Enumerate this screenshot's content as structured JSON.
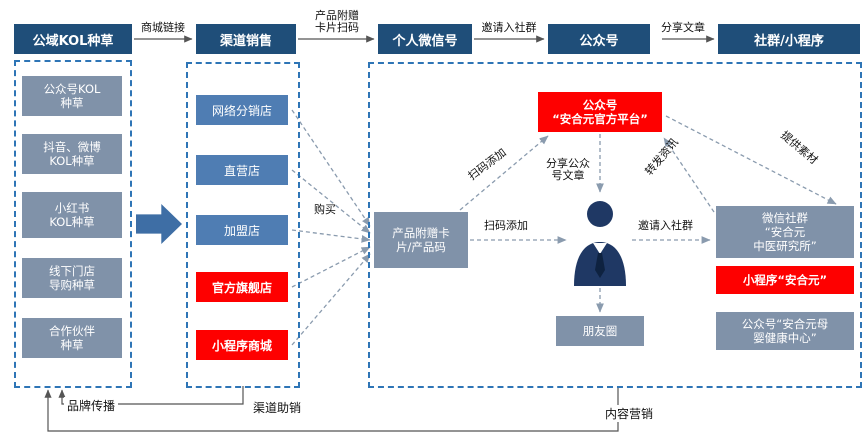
{
  "colors": {
    "navy": "#1F4E79",
    "gray_blue": "#8092A9",
    "mid_blue": "#4F7DB3",
    "red": "#FE0000",
    "arrow_blue": "#3E6EA5",
    "dash_border": "#2E75B6",
    "connector": "#8A9BAE",
    "line": "#555555",
    "person": "#1F3864"
  },
  "header": {
    "stages": [
      "公域KOL种草",
      "渠道销售",
      "个人微信号",
      "公众号",
      "社群/小程序"
    ],
    "arrow_labels": [
      "商城链接",
      "产品附赠\n卡片扫码",
      "邀请入社群",
      "分享文章"
    ]
  },
  "seeding_panel": {
    "items": [
      "公众号KOL\n种草",
      "抖音、微博\nKOL种草",
      "小红书\nKOL种草",
      "线下门店\n导购种草",
      "合作伙伴\n种草"
    ]
  },
  "channel_panel": {
    "items": [
      "网络分销店",
      "直营店",
      "加盟店",
      "官方旗舰店",
      "小程序商城"
    ],
    "buy_label": "购买"
  },
  "content_panel": {
    "product_card": "产品附赠卡\n片/产品码",
    "official_account": "公众号\n“安合元官方平台”",
    "moments": "朋友圈",
    "wechat_group": "微信社群\n“安合元\n中医研究所”",
    "mini_program": "小程序“安合元”",
    "mom_baby_account": "公众号“安合元母\n婴健康中心”",
    "labels": {
      "scan_add_up": "扫码添加",
      "scan_add_right": "扫码添加",
      "share_article": "分享公众\n号文章",
      "forward_news": "转发资讯",
      "invite_group": "邀请入社群",
      "provide_material": "提供素材"
    }
  },
  "footer": {
    "brand": "品牌传播",
    "channel": "渠道助销",
    "content": "内容营销"
  }
}
